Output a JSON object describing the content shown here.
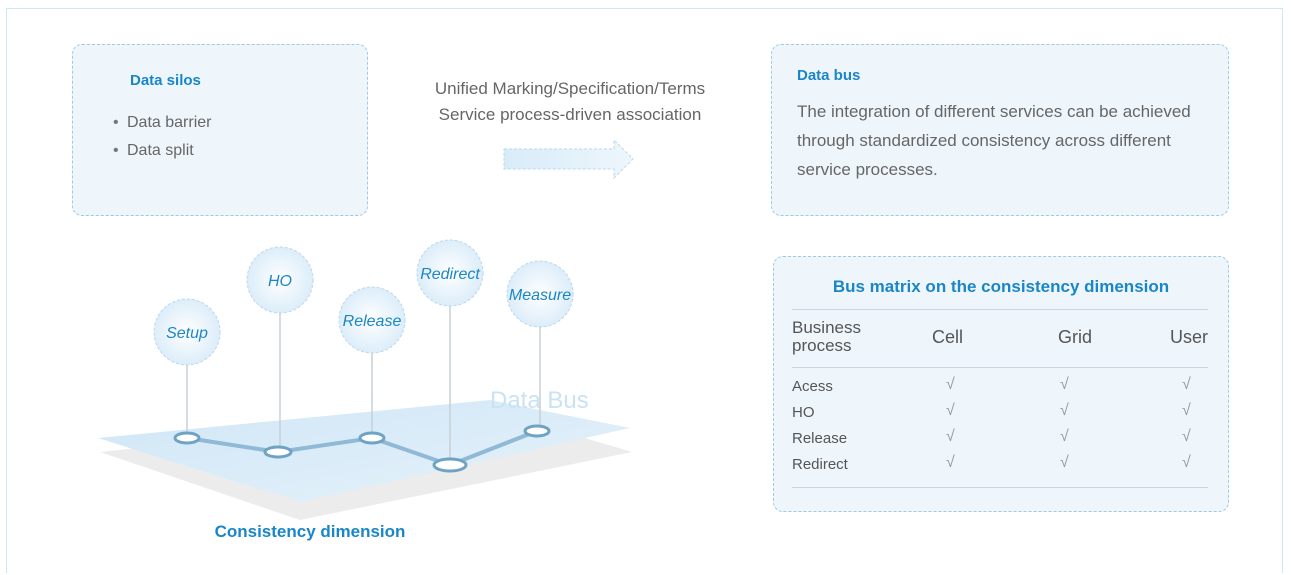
{
  "silos": {
    "title": "Data silos",
    "bullet": "•",
    "items": [
      "Data barrier",
      "Data split"
    ]
  },
  "flow": {
    "line1": "Unified Marking/Specification/Terms",
    "line2": "Service process-driven association"
  },
  "bus": {
    "title": "Data bus",
    "description": "The integration of different services can be achieved through standardized consistency across different service processes."
  },
  "diagram": {
    "nodes": [
      "Setup",
      "HO",
      "Release",
      "Redirect",
      "Measure"
    ],
    "watermark": "Data Bus",
    "dimension_label": "Consistency dimension"
  },
  "matrix": {
    "title": "Bus matrix on the consistency dimension",
    "columns": [
      "Business process",
      "Cell",
      "Grid",
      "User"
    ],
    "check": "√",
    "rows": [
      {
        "label": "Acess"
      },
      {
        "label": "HO"
      },
      {
        "label": "Release"
      },
      {
        "label": "Redirect"
      }
    ]
  },
  "colors": {
    "accent": "#1a86c8",
    "card_bg": "#eef6fc",
    "text": "#666666"
  }
}
